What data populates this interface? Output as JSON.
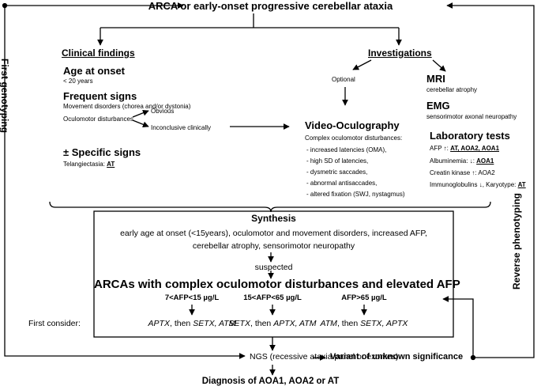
{
  "top": {
    "title": "ARCA or early-onset progressive cerebellar ataxia"
  },
  "side": {
    "left": "First genotyping",
    "right": "Reverse phenotyping"
  },
  "clinical": {
    "heading": "Clinical findings",
    "age_title": "Age at onset",
    "age_value": "< 20 years",
    "frequent_title": "Frequent signs",
    "movement": "Movement disorders (chorea and/or dystonia)",
    "oculomotor": "Oculomotor disturbances",
    "obvious": "Obvious",
    "inconclusive": "Inconclusive clinically",
    "specific_title": "± Specific signs",
    "telang_prefix": "Telangiectasia: ",
    "telang_gene": "AT"
  },
  "investigations": {
    "heading": "Investigations",
    "optional": "Optional",
    "mri_title": "MRI",
    "mri_value": "cerebellar atrophy",
    "emg_title": "EMG",
    "emg_value": "sensorimotor axonal neuropathy",
    "vog_title": "Video-Oculography",
    "vog_intro": "Complex oculomotor disturbances:",
    "vog_items": [
      "- increased latencies (OMA),",
      "- high SD of latencies,",
      "- dysmetric saccades,",
      "- abnormal antisaccades,",
      "- altered fixation (SWJ, nystagmus)"
    ],
    "lab_title": "Laboratory tests",
    "afp_prefix": "AFP ↑: ",
    "afp_genes": "AT, AOA2, AOA1",
    "alb_prefix": "Albuminemia: ↓: ",
    "alb_gene": "AOA1",
    "ck": "Creatin kinase ↑: AOA2",
    "ig_prefix": "Immunoglobulins ↓, Karyotype: ",
    "ig_gene": "AT"
  },
  "synthesis": {
    "title": "Synthesis",
    "line1": "early age at onset (<15years), oculomotor and movement disorders, increased AFP,",
    "line2": "cerebellar atrophy, sensorimotor neuropathy",
    "suspected": "suspected",
    "arca": "ARCAs with complex oculomotor disturbances and elevated AFP",
    "first_consider": "First consider:",
    "groups": [
      {
        "range": "7<AFP<15 µg/L",
        "g1": "APTX",
        "then": ", then ",
        "g2": "SETX, ATM"
      },
      {
        "range": "15<AFP<65 µg/L",
        "g1": "SETX",
        "then": ", then ",
        "g2": "APTX, ATM"
      },
      {
        "range": "AFP>65 µg/L",
        "g1": "ATM",
        "then": ", then ",
        "g2": "SETX, APTX"
      }
    ]
  },
  "bottom": {
    "ngs": "NGS (recessive ataxia panel or exomes)",
    "vus": "Variant of unknown significance",
    "diagnosis": "Diagnosis of AOA1, AOA2 or AT"
  }
}
